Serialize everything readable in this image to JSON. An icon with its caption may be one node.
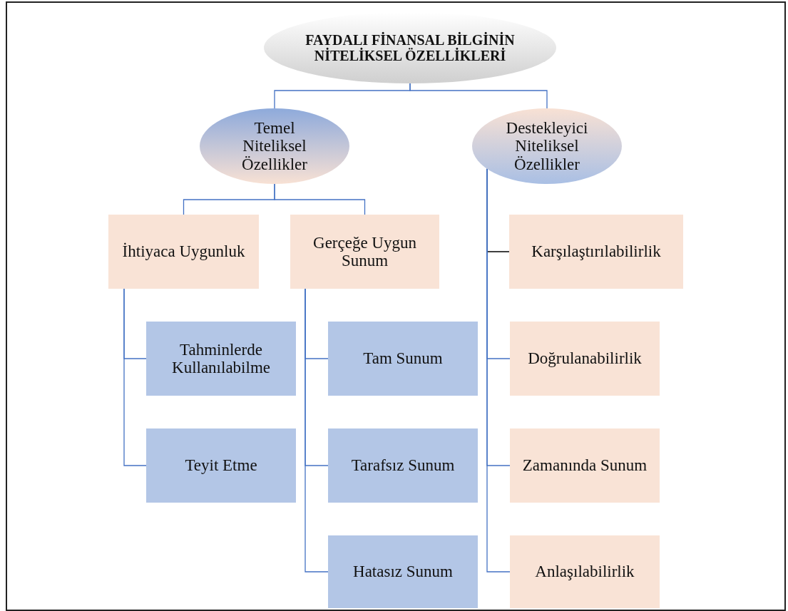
{
  "diagram": {
    "nodes": [
      {
        "text": [
          "FAYDALI FİNANSAL BİLGİNİN NİTELİKSEL ÖZELLİKLERİ"
        ]
      },
      {
        "text": [
          "Temel Niteliksel Özellikler"
        ]
      },
      {
        "text": [
          "Destekleyici Niteliksel Özellikler"
        ]
      },
      {
        "text": [
          "İhtiyaca Uygunluk"
        ]
      },
      {
        "text": [
          "Gerçeğe Uygun Sunum"
        ]
      },
      {
        "text": [
          "Tahminlerde Kullanılabilme"
        ]
      },
      {
        "text": [
          "Teyit Etme"
        ]
      },
      {
        "text": [
          "Tam Sunum"
        ]
      },
      {
        "text": [
          "Tarafsız Sunum"
        ]
      },
      {
        "text": [
          "Hatasız Sunum"
        ]
      },
      {
        "text": [
          "Karşılaştırılabilirlik"
        ]
      },
      {
        "text": [
          "Doğrulanabilirlik"
        ]
      },
      {
        "text": [
          "Zamanında Sunum"
        ]
      },
      {
        "text": [
          "Anlaşılabilirlik"
        ]
      }
    ],
    "edges": [
      {
        "from": 0,
        "to": 1,
        "arrow": "none"
      },
      {
        "from": 0,
        "to": 2,
        "arrow": "none"
      },
      {
        "from": 1,
        "to": 3,
        "arrow": "none"
      },
      {
        "from": 1,
        "to": 4,
        "arrow": "none"
      },
      {
        "from": 3,
        "to": 5,
        "arrow": "none"
      },
      {
        "from": 3,
        "to": 6,
        "arrow": "none"
      },
      {
        "from": 4,
        "to": 7,
        "arrow": "none"
      },
      {
        "from": 4,
        "to": 8,
        "arrow": "none"
      },
      {
        "from": 4,
        "to": 9,
        "arrow": "none"
      },
      {
        "from": 2,
        "to": 10,
        "arrow": "none",
        "color": "#000000"
      },
      {
        "from": 2,
        "to": 11,
        "arrow": "none"
      },
      {
        "from": 2,
        "to": 12,
        "arrow": "none"
      },
      {
        "from": 2,
        "to": 13,
        "arrow": "none"
      }
    ]
  }
}
